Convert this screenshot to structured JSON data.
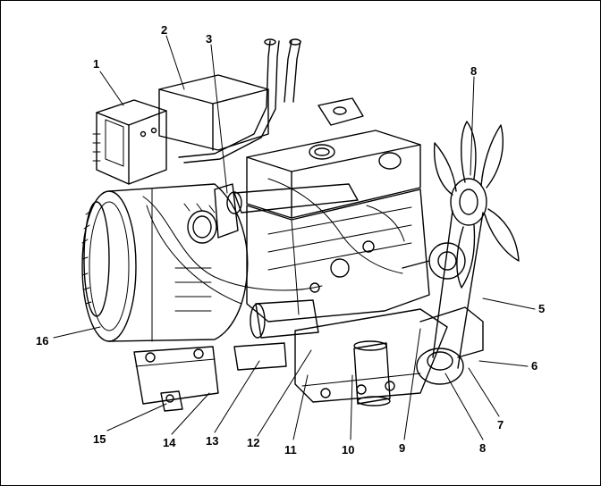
{
  "callouts": [
    {
      "id": "1",
      "label": "1"
    },
    {
      "id": "2",
      "label": "2"
    },
    {
      "id": "3",
      "label": "3"
    },
    {
      "id": "8a",
      "label": "8"
    },
    {
      "id": "5",
      "label": "5"
    },
    {
      "id": "6",
      "label": "6"
    },
    {
      "id": "7",
      "label": "7"
    },
    {
      "id": "8b",
      "label": "8"
    },
    {
      "id": "9",
      "label": "9"
    },
    {
      "id": "10",
      "label": "10"
    },
    {
      "id": "11",
      "label": "11"
    },
    {
      "id": "12",
      "label": "12"
    },
    {
      "id": "13",
      "label": "13"
    },
    {
      "id": "14",
      "label": "14"
    },
    {
      "id": "15",
      "label": "15"
    },
    {
      "id": "16",
      "label": "16"
    }
  ]
}
